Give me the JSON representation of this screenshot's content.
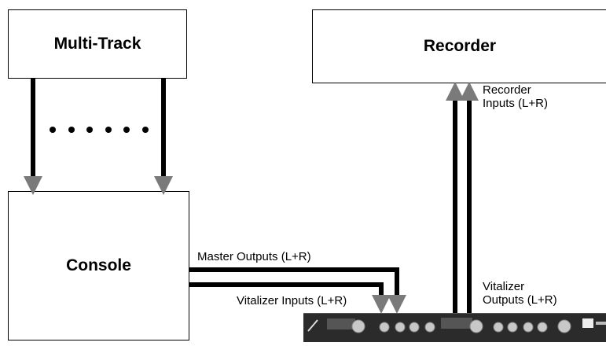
{
  "nodes": {
    "multitrack": "Multi-Track",
    "recorder": "Recorder",
    "console": "Console"
  },
  "labels": {
    "master_outputs": "Master Outputs (L+R)",
    "vitalizer_inputs": "Vitalizer Inputs (L+R)",
    "recorder_inputs": "Recorder\nInputs (L+R)",
    "vitalizer_outputs": "Vitalizer\nOutputs (L+R)"
  },
  "colors": {
    "line": "#000000",
    "arrowhead": "#7a7a7a",
    "device_body": "#2b2b2b",
    "knob": "#c8c8c8"
  }
}
